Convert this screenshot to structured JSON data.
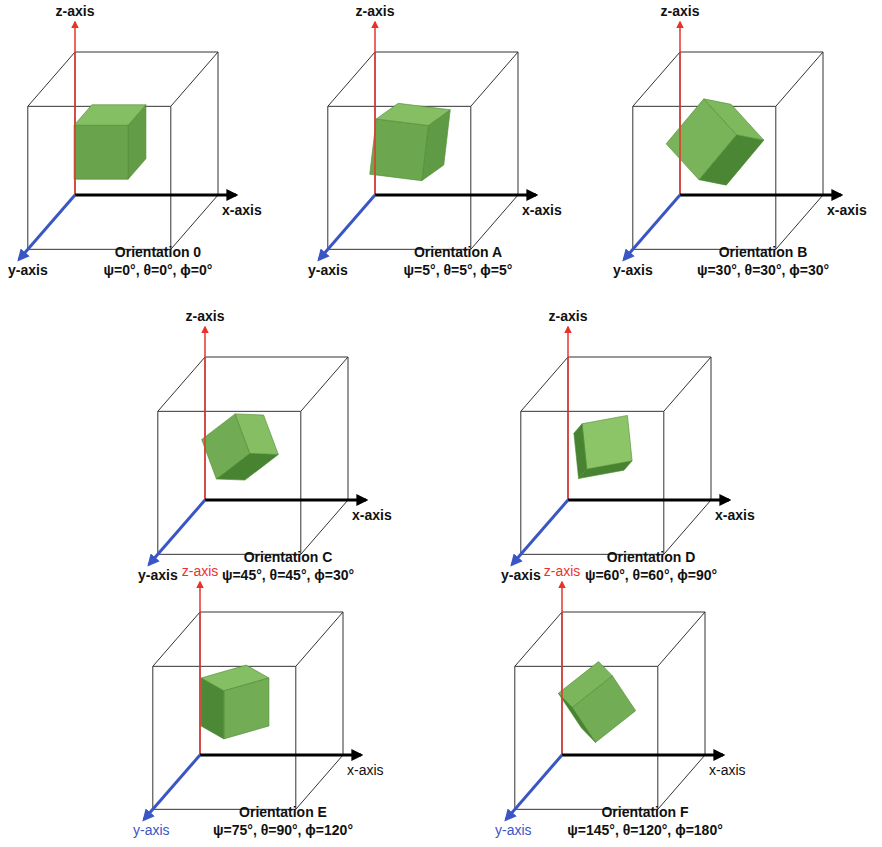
{
  "diagram": {
    "labels": [
      "z-axis",
      "x-axis",
      "y-axis",
      "Orientation 0",
      "ψ=0°, θ=0°, ϕ=0°",
      "z-axis",
      "x-axis",
      "y-axis",
      "Orientation A",
      "ψ=5°, θ=5°, ϕ=5°",
      "z-axis",
      "x-axis",
      "y-axis",
      "Orientation B",
      "ψ=30°, θ=30°, ϕ=30°",
      "z-axis",
      "x-axis",
      "y-axis",
      "Orientation C",
      "ψ=45°, θ=45°, ϕ=30°",
      "z-axis",
      "x-axis",
      "y-axis",
      "Orientation D",
      "ψ=60°, θ=60°, ϕ=90°",
      "z-axis",
      "x-axis",
      "y-axis",
      "Orientation E",
      "ψ=75°, θ=90°, ϕ=120°",
      "z-axis",
      "x-axis",
      "y-axis",
      "Orientation F",
      "ψ=145°, θ=120°, ϕ=180°"
    ]
  }
}
